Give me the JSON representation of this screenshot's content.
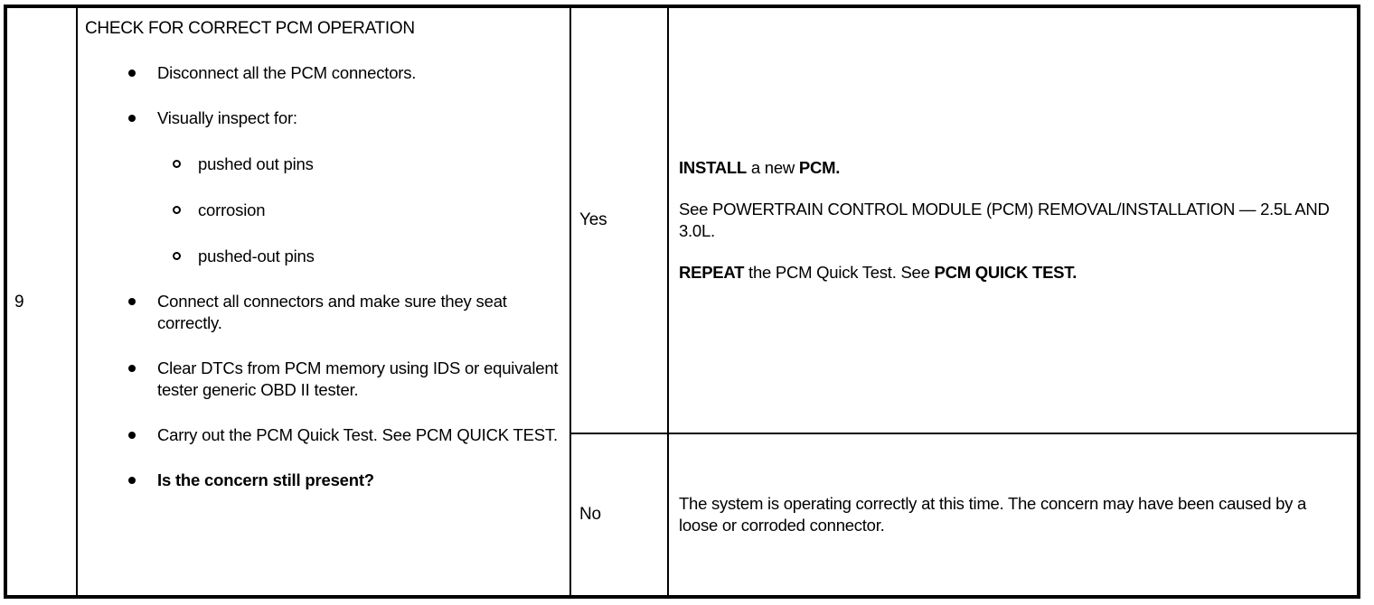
{
  "table": {
    "columns": [
      "step",
      "action",
      "yes_no",
      "result"
    ],
    "step_number": "9",
    "action": {
      "heading": "CHECK FOR CORRECT PCM OPERATION",
      "bullets": [
        {
          "text": "Disconnect all the PCM connectors.",
          "bold": false
        },
        {
          "text": "Visually inspect for:",
          "bold": false
        },
        {
          "text": "Connect all connectors and make sure they seat correctly.",
          "bold": false
        },
        {
          "text": "Clear DTCs from PCM memory using IDS or equivalent tester generic OBD II tester.",
          "bold": false
        },
        {
          "text": "Carry out the PCM Quick Test. See PCM QUICK TEST.",
          "bold": false
        },
        {
          "text": "Is the concern still present?",
          "bold": true
        }
      ],
      "sub_bullets": [
        "pushed out pins",
        "corrosion",
        "pushed-out pins"
      ]
    },
    "rows": [
      {
        "answer": "Yes",
        "result_paragraphs": [
          {
            "bold_lead": "INSTALL",
            "rest": " a new ",
            "bold_tail": "PCM."
          },
          {
            "plain": "See POWERTRAIN CONTROL MODULE (PCM) REMOVAL/INSTALLATION — 2.5L AND 3.0L."
          },
          {
            "bold_lead": "REPEAT",
            "rest": " the PCM Quick Test. See ",
            "bold_tail": "PCM QUICK TEST."
          }
        ]
      },
      {
        "answer": "No",
        "result_paragraphs": [
          {
            "plain": "The system is operating correctly at this time. The concern may have been caused by a loose or corroded connector."
          }
        ]
      }
    ]
  },
  "colors": {
    "border": "#000000",
    "text": "#000000",
    "background": "#ffffff"
  }
}
